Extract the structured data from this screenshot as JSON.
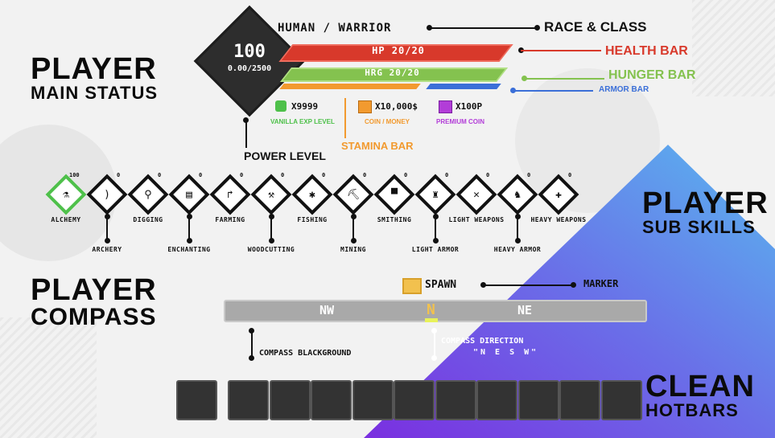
{
  "titles": {
    "main_status": [
      "PLAYER",
      "MAIN STATUS"
    ],
    "sub_skills": [
      "PLAYER",
      "SUB SKILLS"
    ],
    "compass": [
      "PLAYER",
      "COMPASS"
    ],
    "hotbars": [
      "CLEAN",
      "HOTBARS"
    ]
  },
  "status": {
    "race_class": "HUMAN / WARRIOR",
    "power_value": "100",
    "power_progress": "0.00/2500",
    "hp": "HP 20/20",
    "hunger": "HRG 20/20",
    "exp": "X9999",
    "money": "X10,000$",
    "premium": "X100P"
  },
  "annotations": {
    "race_class": "RACE & CLASS",
    "health_bar": "HEALTH BAR",
    "hunger_bar": "HUNGER BAR",
    "armor_bar": "ARMOR BAR",
    "vanilla_exp": "VANILLA EXP LEVEL",
    "coin_money": "COIN / MONEY",
    "premium_coin": "PREMIUM COIN",
    "stamina_bar": "STAMINA BAR",
    "power_level": "POWER LEVEL"
  },
  "skills": [
    {
      "label": "ALCHEMY",
      "level": "100",
      "icon": "flask-icon",
      "glyph": "⚗"
    },
    {
      "label": "ARCHERY",
      "level": "0",
      "icon": "bow-icon",
      "glyph": ")"
    },
    {
      "label": "DIGGING",
      "level": "0",
      "icon": "shovel-icon",
      "glyph": "⚲"
    },
    {
      "label": "ENCHANTING",
      "level": "0",
      "icon": "book-icon",
      "glyph": "▤"
    },
    {
      "label": "FARMING",
      "level": "0",
      "icon": "hoe-icon",
      "glyph": "↱"
    },
    {
      "label": "WOODCUTTING",
      "level": "0",
      "icon": "axe-icon",
      "glyph": "⚒"
    },
    {
      "label": "FISHING",
      "level": "0",
      "icon": "fish-icon",
      "glyph": "✱"
    },
    {
      "label": "MINING",
      "level": "0",
      "icon": "pickaxe-icon",
      "glyph": "⛏"
    },
    {
      "label": "SMITHING",
      "level": "0",
      "icon": "anvil-icon",
      "glyph": "▀"
    },
    {
      "label": "LIGHT ARMOR",
      "level": "0",
      "icon": "chestplate-icon",
      "glyph": "♜"
    },
    {
      "label": "LIGHT WEAPONS",
      "level": "0",
      "icon": "sword-icon",
      "glyph": "✕"
    },
    {
      "label": "HEAVY ARMOR",
      "level": "0",
      "icon": "heavy-armor-icon",
      "glyph": "♞"
    },
    {
      "label": "HEAVY WEAPONS",
      "level": "0",
      "icon": "greatsword-icon",
      "glyph": "✚"
    }
  ],
  "compass": {
    "nw": "NW",
    "n": "N",
    "ne": "NE",
    "spawn": "SPAWN",
    "marker_label": "MARKER",
    "bg_label": "COMPASS BLACKGROUND",
    "direction_label": "COMPASS DIRECTION",
    "direction_sub": "\"N E S W\""
  },
  "hotbar": {
    "slot_count": 10
  },
  "colors": {
    "health": "#d8392b",
    "hunger": "#84c24f",
    "stamina": "#f29a2f",
    "armor": "#3b6fd8",
    "premium": "#b23dd8",
    "exp": "#4ec04a"
  }
}
